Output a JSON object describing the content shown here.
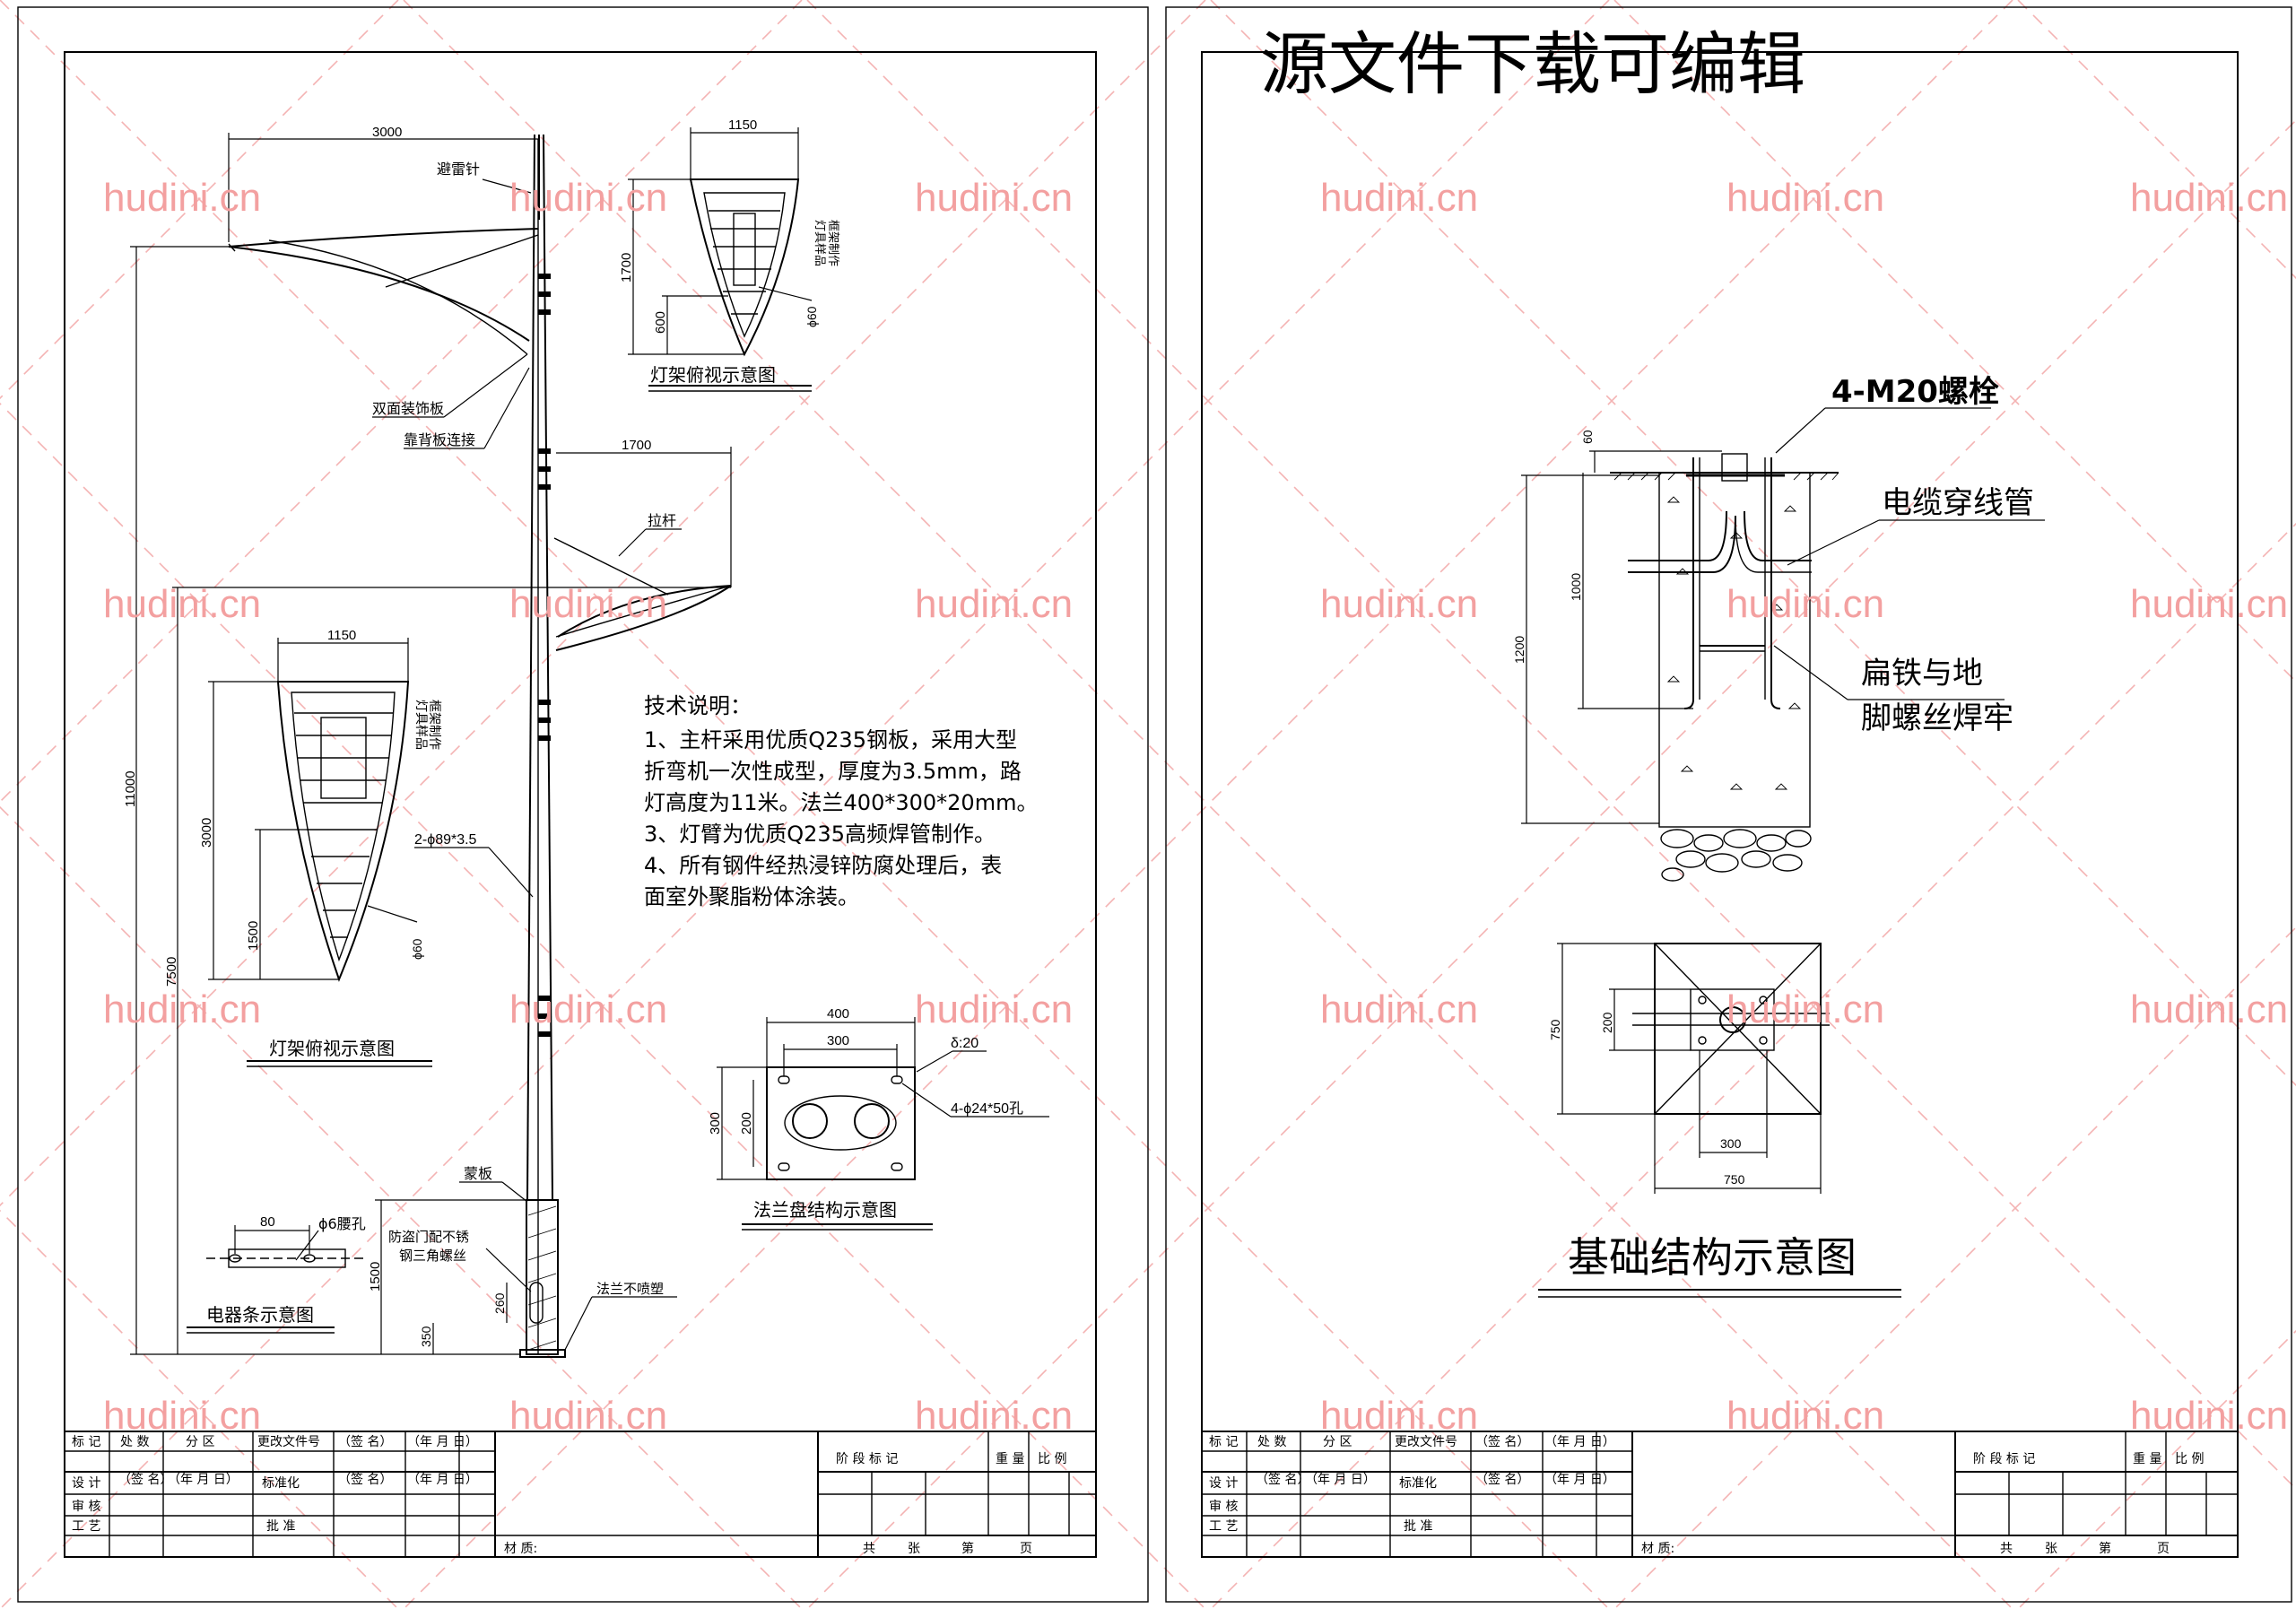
{
  "watermark": {
    "site": "hudini.cn",
    "banner": "源文件下载可编辑"
  },
  "sheet1": {
    "pole": {
      "height_total": "11000",
      "height_lower": "7500",
      "height_door": "1500",
      "arm_upper_len": "3000",
      "arm_lower_len": "1700",
      "labels": {
        "lightning_rod": "避雷针",
        "double_panel": "双面装饰板",
        "panel_connect": "靠背板连接",
        "tie_rod": "拉杆",
        "pipe_spec": "2-ϕ89*3.5",
        "cover_plate": "蒙板",
        "door_note_1": "防盗门配不锈",
        "door_note_2": "钢三角螺丝",
        "flange_note": "法兰不喷塑",
        "dim_260": "260",
        "dim_350": "350"
      }
    },
    "lamp_top": {
      "title": "灯架俯视示意图",
      "width": "1150",
      "height": "1700",
      "lower": "600",
      "pipe": "ϕ60",
      "note_1": "框架制作",
      "note_2": "灯具样品"
    },
    "lamp_left": {
      "title": "灯架俯视示意图",
      "width": "1150",
      "height": "3000",
      "lower": "1500",
      "pipe": "ϕ60",
      "note_1": "框架制作",
      "note_2": "灯具样品"
    },
    "tech": {
      "title": "技术说明：",
      "lines": [
        "1、主杆采用优质Q235钢板，采用大型",
        "折弯机一次性成型，厚度为3.5mm，路",
        "灯高度为11米。法兰400*300*20mm。",
        "3、灯臂为优质Q235高频焊管制作。",
        "4、所有钢件经热浸锌防腐处理后，表",
        "面室外聚脂粉体涂装。"
      ]
    },
    "flange": {
      "title": "法兰盘结构示意图",
      "w_outer": "400",
      "w_inner": "300",
      "h_outer": "300",
      "h_inner": "200",
      "thickness": "δ:20",
      "holes": "4-ϕ24*50孔"
    },
    "strip": {
      "title": "电器条示意图",
      "len": "80",
      "hole": "ϕ6腰孔"
    }
  },
  "sheet2": {
    "foundation": {
      "title": "基础结构示意图",
      "bolts": "4-M20螺栓",
      "cable_pipe": "电缆穿线管",
      "weld_1": "扁铁与地",
      "weld_2": "脚螺丝焊牢",
      "dim_60": "60",
      "dim_1000": "1000",
      "dim_1200": "1200",
      "dim_750_v": "750",
      "dim_200": "200",
      "dim_300": "300",
      "dim_750_h": "750"
    }
  },
  "title_block": {
    "mark": "标 记",
    "count": "处 数",
    "zone": "分 区",
    "change_doc": "更改文件号",
    "sign": "（签 名）",
    "date": "（年 月 日）",
    "design": "设 计",
    "standard": "标准化",
    "review": "审 核",
    "craft": "工 艺",
    "approve": "批 准",
    "material": "材 质:",
    "stage": "阶 段 标 记",
    "weight": "重 量",
    "scale": "比 例",
    "total": "共",
    "sheet": "张",
    "page": "第",
    "page_unit": "页"
  }
}
